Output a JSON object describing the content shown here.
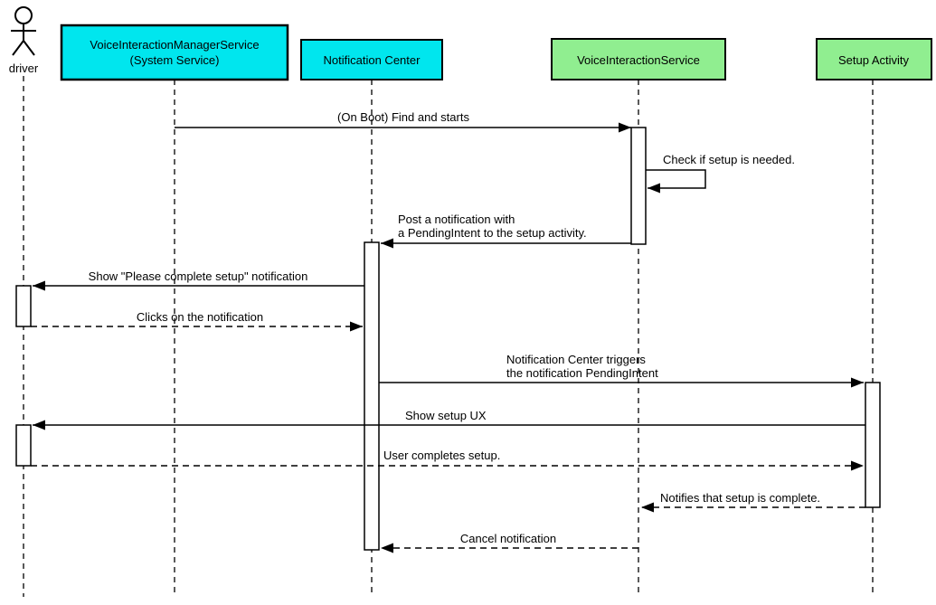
{
  "diagram": {
    "kind": "uml-sequence-diagram",
    "colors": {
      "cyan_participant": "#00E6EE",
      "green_participant": "#90EE90",
      "line": "#000000",
      "activation_fill": "#FFFFFF",
      "background": "#FFFFFF"
    },
    "participants": [
      {
        "id": "driver",
        "type": "actor",
        "label": "driver"
      },
      {
        "id": "vims",
        "type": "box",
        "label": "VoiceInteractionManagerService",
        "label2": "(System Service)",
        "color": "#00E6EE"
      },
      {
        "id": "notification-center",
        "type": "box",
        "label": "Notification Center",
        "color": "#00E6EE"
      },
      {
        "id": "voice-interaction-service",
        "type": "box",
        "label": "VoiceInteractionService",
        "color": "#90EE90"
      },
      {
        "id": "setup-activity",
        "type": "box",
        "label": "Setup Activity",
        "color": "#90EE90"
      }
    ],
    "messages": [
      {
        "from": "vims",
        "to": "voice-interaction-service",
        "style": "solid",
        "lines": [
          "(On Boot) Find and starts"
        ]
      },
      {
        "from": "voice-interaction-service",
        "to": "voice-interaction-service",
        "style": "solid",
        "lines": [
          "Check if setup is needed."
        ]
      },
      {
        "from": "voice-interaction-service",
        "to": "notification-center",
        "style": "solid",
        "lines": [
          "Post a notification with",
          "a PendingIntent to the setup activity."
        ]
      },
      {
        "from": "notification-center",
        "to": "driver",
        "style": "solid",
        "lines": [
          "Show \"Please complete setup\" notification"
        ]
      },
      {
        "from": "driver",
        "to": "notification-center",
        "style": "dashed",
        "lines": [
          "Clicks on the notification"
        ]
      },
      {
        "from": "notification-center",
        "to": "setup-activity",
        "style": "solid",
        "lines": [
          "Notification Center triggers",
          "the notification PendingIntent"
        ]
      },
      {
        "from": "setup-activity",
        "to": "driver",
        "style": "solid",
        "lines": [
          "Show setup UX"
        ]
      },
      {
        "from": "driver",
        "to": "setup-activity",
        "style": "dashed",
        "lines": [
          "User completes setup."
        ]
      },
      {
        "from": "setup-activity",
        "to": "voice-interaction-service",
        "style": "dashed",
        "lines": [
          "Notifies that setup is complete."
        ]
      },
      {
        "from": "voice-interaction-service",
        "to": "notification-center",
        "style": "dashed",
        "lines": [
          "Cancel notification"
        ]
      }
    ]
  }
}
